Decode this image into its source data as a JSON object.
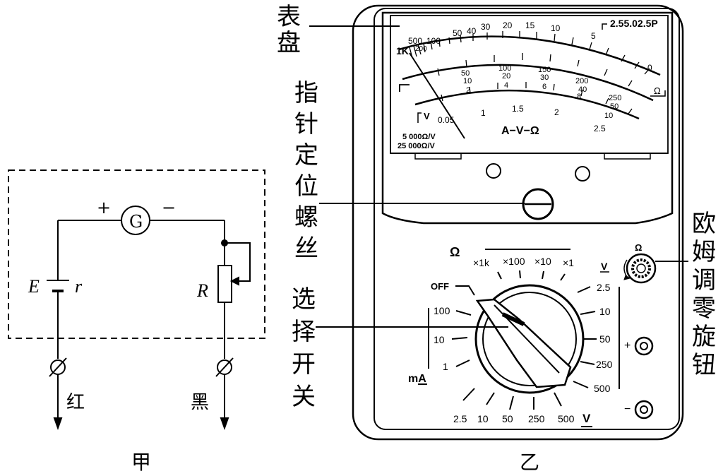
{
  "circuit": {
    "caption": "甲",
    "plus": "+",
    "minus": "−",
    "meter": "G",
    "emf": "E",
    "internal_r": "r",
    "resistor": "R",
    "red": "红",
    "black": "黑"
  },
  "meter": {
    "caption": "乙",
    "callouts": {
      "dial": [
        "表",
        "盘"
      ],
      "screw": [
        "指",
        "针",
        "定",
        "位",
        "螺",
        "丝"
      ],
      "selector": [
        "选",
        "择",
        "开",
        "关"
      ],
      "zero_knob": [
        "欧",
        "姆",
        "调",
        "零",
        "旋",
        "钮"
      ]
    },
    "dial": {
      "ohm_labels": [
        "1K",
        "500",
        "200",
        "100",
        "50",
        "40",
        "30",
        "20",
        "15",
        "10",
        "5",
        "0"
      ],
      "mid_labels": [
        "50",
        "100",
        "150",
        "200",
        "250"
      ],
      "mid_labels2": [
        "10",
        "20",
        "30",
        "40",
        "50"
      ],
      "inner_labels": [
        "2",
        "4",
        "6",
        "8",
        "10"
      ],
      "bottom_labels": [
        "0.05",
        "1",
        "1.5",
        "2",
        "2.5"
      ],
      "ohm_unit": "Ω",
      "title": "A−V−Ω",
      "spec_top": "2.55.02.5P",
      "sens1": "5 000Ω/V",
      "sens2": "25 000Ω/V",
      "v_mark": "V"
    },
    "switch": {
      "ohm_symbol": "Ω",
      "ohm_ranges": [
        "×1k",
        "×100",
        "×10",
        "×1"
      ],
      "off": "OFF",
      "ma_ranges": [
        "100",
        "10",
        "1"
      ],
      "ma_unit": "mA",
      "dcv_ranges": [
        "2.5",
        "10",
        "50",
        "250",
        "500"
      ],
      "acv_ranges": [
        "2.5",
        "10",
        "50",
        "250",
        "500"
      ],
      "acv_unit": "V",
      "dcv_unit": "V",
      "knob_ohm": "Ω",
      "plus": "+",
      "minus": "−"
    }
  }
}
